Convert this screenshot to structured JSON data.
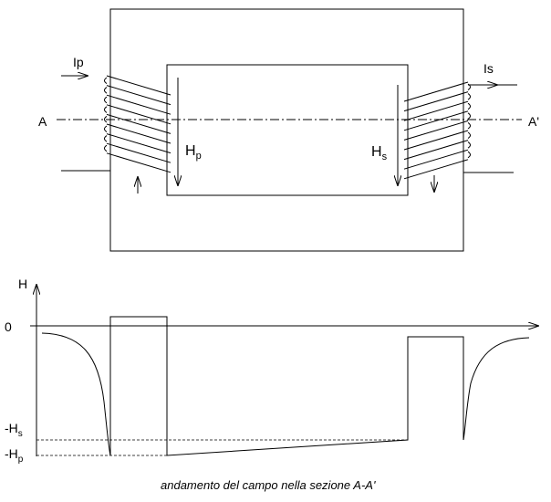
{
  "transformer": {
    "primary_current": "Ip",
    "secondary_current": "Is",
    "section_left": "A",
    "section_right": "A'",
    "primary_field": {
      "base": "H",
      "sub": "p"
    },
    "secondary_field": {
      "base": "H",
      "sub": "s"
    }
  },
  "plot": {
    "y_axis_label": "H",
    "zero_label": "0",
    "minus_hs": {
      "base": "-H",
      "sub": "s"
    },
    "minus_hp": {
      "base": "-H",
      "sub": "p"
    },
    "caption": "andamento del campo nella sezione A-A'"
  }
}
